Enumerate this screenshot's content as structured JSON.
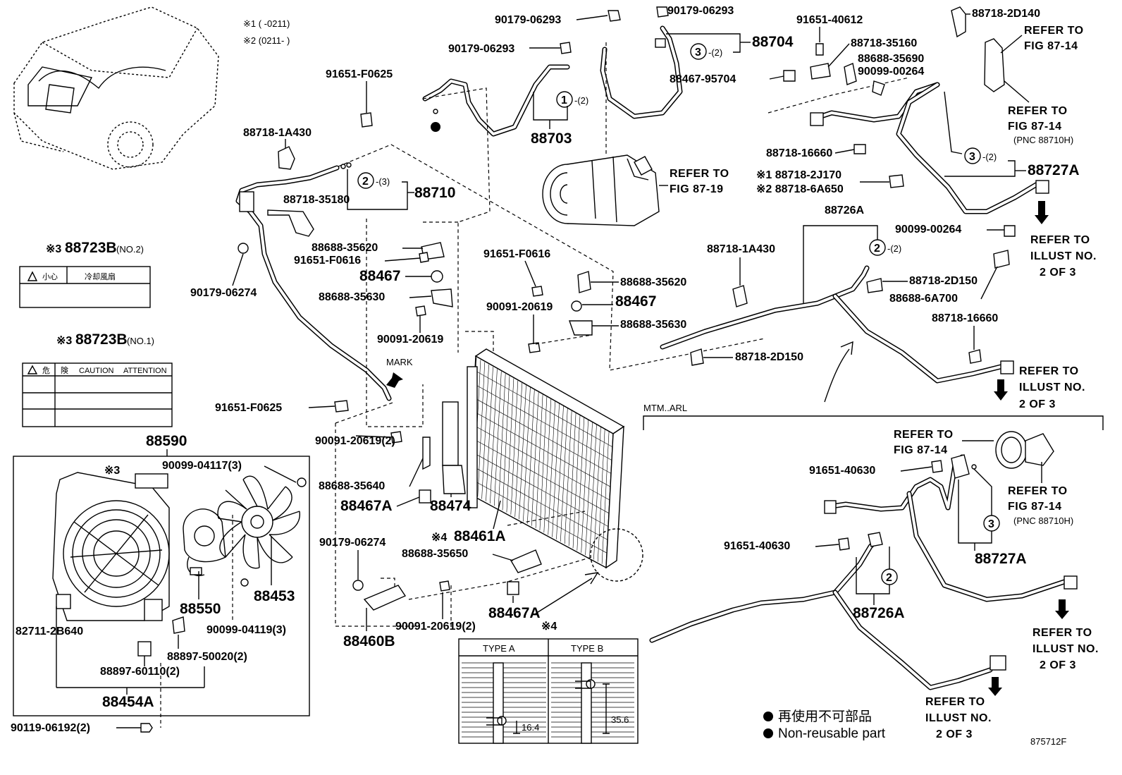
{
  "notes": {
    "n1": "※1 (      -0211)",
    "n2": "※2 (0211-      )"
  },
  "labels": {
    "l_90179_06293_a": "90179-06293",
    "l_90179_06293_b": "90179-06293",
    "l_90179_06293_c": "90179-06293",
    "l_91651_40612": "91651-40612",
    "l_88718_2D140": "88718-2D140",
    "l_88718_35160": "88718-35160",
    "l_88688_35690": "88688-35690",
    "l_90099_00264_a": "90099-00264",
    "l_88467_95704": "88467-95704",
    "l_88704": "88704",
    "l_88703": "88703",
    "l_91651_F0625_a": "91651-F0625",
    "l_88718_1A430_a": "88718-1A430",
    "l_88710": "88710",
    "l_88718_35180": "88718-35180",
    "l_90179_06274_a": "90179-06274",
    "l_88688_35620_a": "88688-35620",
    "l_91651_F0616_a": "91651-F0616",
    "l_88467_a": "88467",
    "l_88688_35630_a": "88688-35630",
    "l_90091_20619_a": "90091-20619",
    "l_mark": "MARK",
    "l_91651_F0625_b": "91651-F0625",
    "l_90091_20619_2a": "90091-20619(2)",
    "l_88688_35640": "88688-35640",
    "l_88467A_a": "88467A",
    "l_88474": "88474",
    "l_88461A": "88461A",
    "l_88461A_mark": "※4",
    "l_91651_F0616_b": "91651-F0616",
    "l_88688_35620_b": "88688-35620",
    "l_90091_20619_b": "90091-20619",
    "l_88467_b": "88467",
    "l_88688_35630_b": "88688-35630",
    "l_90179_06274_b": "90179-06274",
    "l_88688_35650": "88688-35650",
    "l_88460B": "88460B",
    "l_90091_20619_2b": "90091-20619(2)",
    "l_88467A_b": "88467A",
    "l_mark4": "※4",
    "l_88718_16660_a": "88718-16660",
    "l_88718_2J170": "※1 88718-2J170",
    "l_88718_6A650": "※2 88718-6A650",
    "l_88727A_a": "88727A",
    "l_88726A_a": "88726A",
    "l_88718_1A430_b": "88718-1A430",
    "l_90099_00264_b": "90099-00264",
    "l_88718_2D150_a": "88718-2D150",
    "l_88688_6A700": "88688-6A700",
    "l_88718_16660_b": "88718-16660",
    "l_88718_2D150_b": "88718-2D150",
    "l_mtm": "MTM..ARL",
    "l_91651_40630_a": "91651-40630",
    "l_91651_40630_b": "91651-40630",
    "l_88727A_b": "88727A",
    "l_88726A_b": "88726A",
    "l_88590": "88590",
    "l_88723B_2": "88723B",
    "l_88723B_2_sfx": "(NO.2)",
    "l_88723B_1": "88723B",
    "l_88723B_1_sfx": "(NO.1)",
    "l_mark3a": "※3",
    "l_mark3b": "※3",
    "l_mark3c": "※3",
    "l_90099_04117": "90099-04117(3)",
    "l_88550": "88550",
    "l_88453": "88453",
    "l_90099_04119": "90099-04119(3)",
    "l_82711_2B640": "82711-2B640",
    "l_88897_50020": "88897-50020(2)",
    "l_88897_60110": "88897-60110(2)",
    "l_88454A": "88454A",
    "l_90119_06192": "90119-06192(2)",
    "l_875712F": "875712F"
  },
  "qty": {
    "q1": "-(2)",
    "q2": "-(3)",
    "q3": "-(2)",
    "q4": "-(2)",
    "q5": "-(2)"
  },
  "circles": {
    "c1": "1",
    "c2": "2",
    "c3": "3",
    "c4": "2",
    "c5": "3",
    "c6": "3",
    "c7": "2"
  },
  "refers": {
    "r1a": "REFER TO",
    "r1b": "FIG 87-14",
    "r2a": "REFER TO",
    "r2b": "FIG 87-14",
    "r2c": "(PNC 88710H)",
    "r3a": "REFER TO",
    "r3b": "FIG 87-19",
    "r4a": "REFER TO",
    "r4b": "ILLUST NO.",
    "r4c": "2 OF 3",
    "r5a": "REFER TO",
    "r5b": "ILLUST NO.",
    "r5c": "2 OF 3",
    "r6a": "REFER TO",
    "r6b": "FIG 87-14",
    "r7a": "REFER TO",
    "r7b": "FIG 87-14",
    "r7c": "(PNC 88710H)",
    "r8a": "REFER TO",
    "r8b": "ILLUST NO.",
    "r8c": "2 OF 3",
    "r9a": "REFER TO",
    "r9b": "ILLUST NO.",
    "r9c": "2 OF 3"
  },
  "caution_label_1": {
    "c1": "小心",
    "c2": "冷却風扇"
  },
  "caution_label_2": {
    "c1": "危",
    "c2": "険",
    "c3": "CAUTION",
    "c4": "ATTENTION"
  },
  "type_box": {
    "type_a": "TYPE A",
    "type_b": "TYPE B",
    "dim_a": "16.4",
    "dim_b": "35.6"
  },
  "legend": {
    "jp": "再使用不可部品",
    "en": "Non-reusable part"
  }
}
